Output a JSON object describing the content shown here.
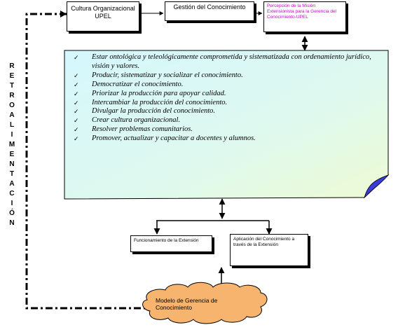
{
  "boxes": {
    "cultura": "Cultura Organizacional UPEL",
    "gestion": "Gestión del Conocimiento",
    "percepcion": "Percepción de la Misión Extensionista para la Gerencia del Conocimiento-UPEL",
    "funcionamiento": "Funcionamiento de la Extensión",
    "aplicacion": "Aplicación del Conocimiento a través de la Extensión"
  },
  "feedback_label": "RETROALIMENTACIÓN",
  "objectives": [
    "Estar ontológica y teleológicamente comprometida y sistematizada con ordenamiento jurídico, visión y valores.",
    "Producir, sistematizar y socializar el conocimiento.",
    "Democratizar el conocimiento.",
    "Priorizar la producción para apoyar calidad.",
    "Intercambiar la producción del conocimiento.",
    "Divulgar la producción del conocimiento.",
    "Crear cultura organizacional.",
    "Resolver problemas comunitarios.",
    "Promover, actualizar y capacitar a docentes y alumnos."
  ],
  "cloud_label": "Modelo de Gerencia de Conocimiento",
  "colors": {
    "note_fill": "#d9fbfb",
    "note_gradient_to": "#e9fbd9",
    "cloud_fill": "#f7b46e",
    "pink_text": "#cc00cc"
  },
  "check_icon": "✓"
}
